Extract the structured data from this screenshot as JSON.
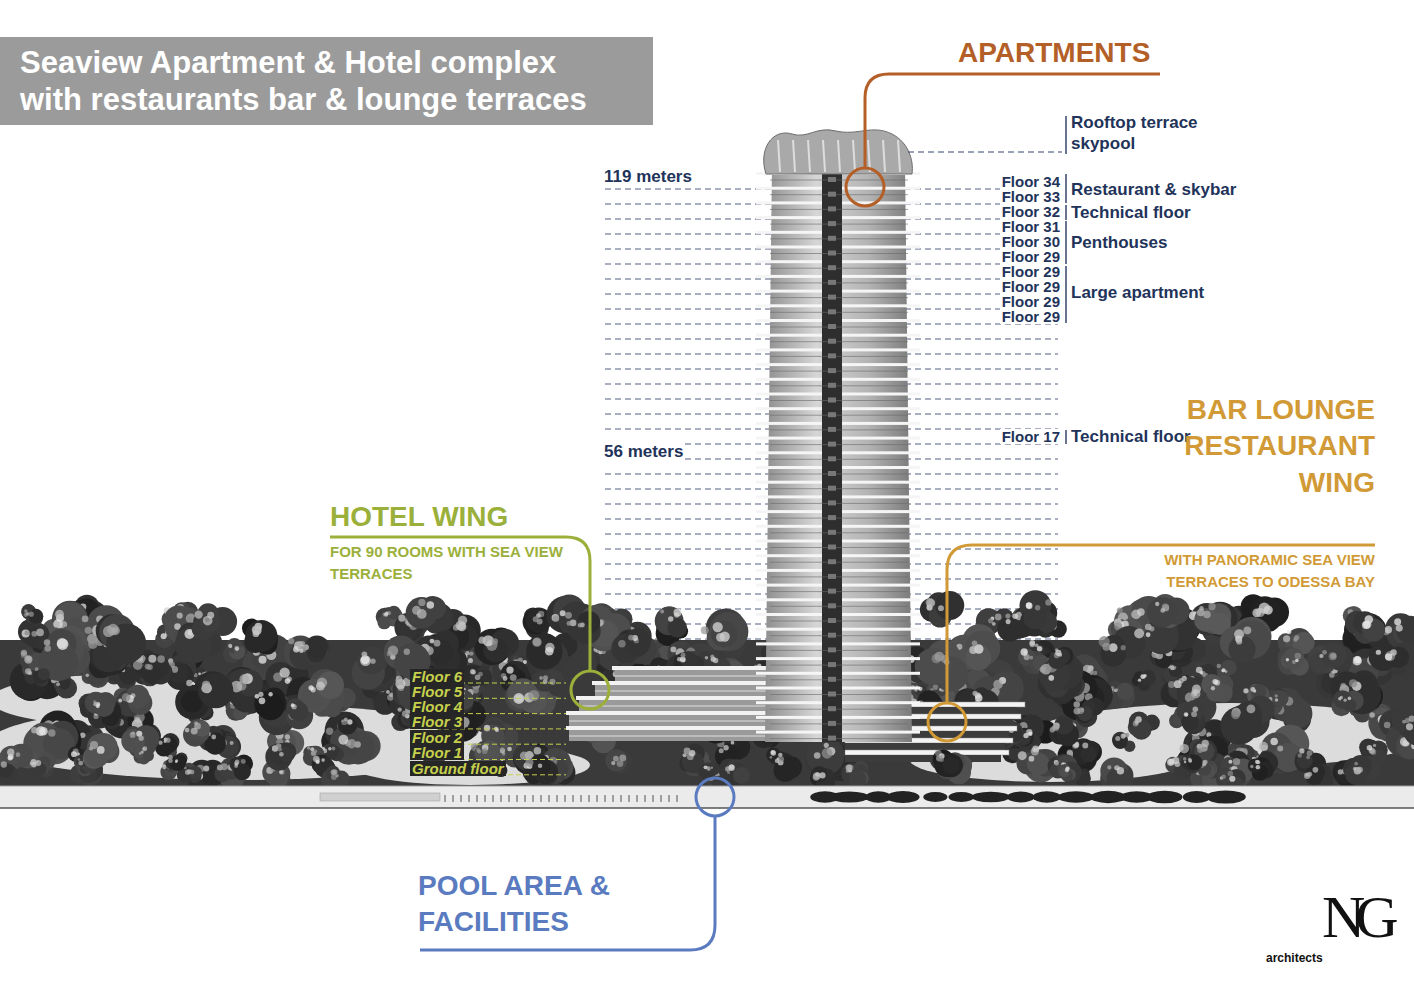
{
  "diagram": {
    "title": "Seaview Apartment & Hotel complex with restaurants bar & lounge terraces",
    "labels": [
      "APARTMENTS",
      "Rooftop terrace skypool",
      "119 meters",
      "Floor 34",
      "Restaurant & skybar",
      "Floor 33",
      "Floor 32",
      "Technical floor",
      "Floor 31",
      "Floor 30",
      "Penthouses",
      "Floor 29",
      "Floor 29",
      "Floor 29",
      "Large apartment",
      "Floor 29",
      "Floor 29",
      "Floor 17",
      "Technical floor",
      "56 meters",
      "BAR LOUNGE RESTAURANT WING",
      "WITH PANORAMIC SEA VIEW TERRACES TO ODESSA BAY",
      "HOTEL WING",
      "FOR 90 ROOMS WITH SEA VIEW TERRACES",
      "Floor 6",
      "Floor 5",
      "Floor 4",
      "Floor 3",
      "Floor 2",
      "Floor 1",
      "Ground floor",
      "POOL AREA & FACILITIES",
      "NG",
      "architects"
    ]
  }
}
